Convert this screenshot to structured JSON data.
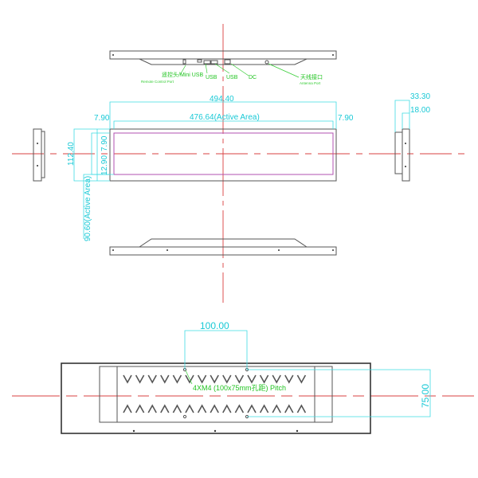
{
  "top_view": {
    "labels": {
      "remote": "遥控头/Mini USB",
      "remote_en": "Remote Control Port",
      "usb1": "USB",
      "usb2": "USB",
      "dc": "DC",
      "antenna": "天线接口",
      "antenna_en": "Antenna Port"
    }
  },
  "front_view": {
    "width_total": "494.40",
    "width_active": "476.64(Active Area)",
    "border_left": "7.90",
    "border_right": "7.90",
    "height_total": "112.40",
    "border_top": "7.90",
    "border_bottom": "12.90",
    "height_active": "90.60(Active Area)"
  },
  "side_view": {
    "depth_total": "33.30",
    "depth_panel": "18.00"
  },
  "back_view": {
    "vesa_h": "100.00",
    "vesa_v": "75.00",
    "mount_note": "4XM4 (100x75mm孔距) Pitch"
  },
  "colors": {
    "dimension": "#19c9d6",
    "centerline": "#d94040",
    "active_area": "#b050b0",
    "callout": "#22c422"
  }
}
